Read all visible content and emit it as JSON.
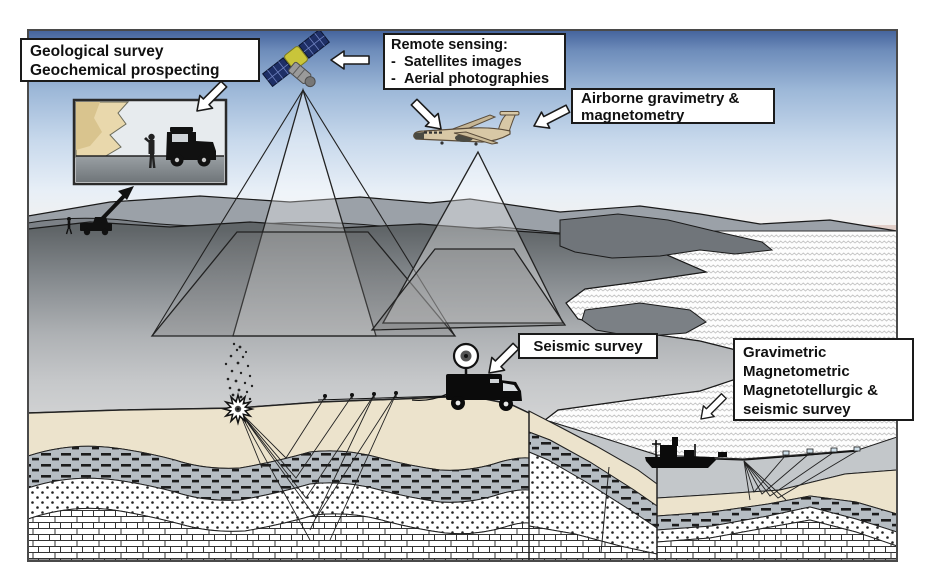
{
  "labels": {
    "geological": {
      "line1": "Geological survey",
      "line2": "Geochemical prospecting"
    },
    "remote_sensing": {
      "title": "Remote sensing:",
      "bullet": "-",
      "items": [
        "Satellites images",
        "Aerial photographies"
      ]
    },
    "airborne": {
      "line1": "Airborne gravimetry &",
      "line2": "magnetometry"
    },
    "seismic": {
      "text": "Seismic survey"
    },
    "marine": {
      "line1": "Gravimetric",
      "line2": "Magnetometric",
      "line3": "Magnetotellurgic &",
      "line4": "seismic  survey"
    }
  },
  "icons": {
    "satellite": "satellite-icon",
    "airplane": "airplane-icon",
    "seismic_truck": "seismic-vibrator-truck-icon",
    "survey_ship": "survey-ship-icon",
    "explosion": "shot-explosion-icon",
    "geophones": "geophone-line-icon",
    "geologist": "geologist-figure-icon",
    "field_truck": "field-truck-icon",
    "block_arrow": "pointer-arrow-icon"
  },
  "colors": {
    "sky_top": "#44639c",
    "sky_horizon": "#f4f1ee",
    "horizon_pink": "#e2cfc9",
    "land_dark": "#606568",
    "land_light": "#d2d3d4",
    "hills_gray": "#9ba1a8",
    "headland_dark": "#70757a",
    "sand_tan": "#ece3cc",
    "shale_gray": "#b6bdc3",
    "water_face_gray": "#c3c7ca",
    "solar_panel_navy": "#1e2f66",
    "satellite_body_yellow": "#c9c53a",
    "plane_tan": "#d8c8a6",
    "vehicle_black": "#0b0b0b",
    "label_bg": "#ffffff",
    "label_border": "#1a1a1a"
  }
}
